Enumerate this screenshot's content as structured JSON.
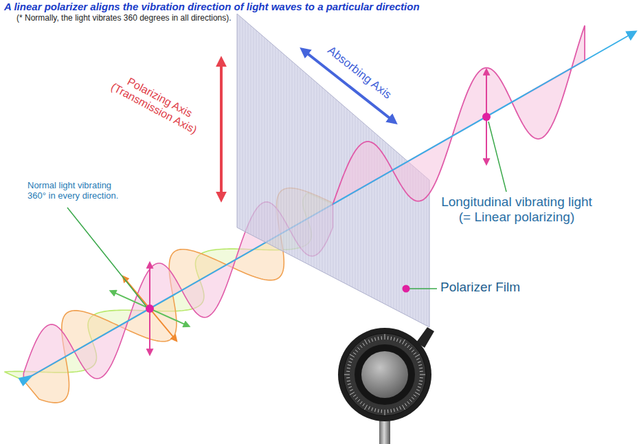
{
  "diagram": {
    "title": "A linear polarizer aligns the vibration direction of light waves to a particular direction",
    "labels": [
      "(* Normally, the light vibrates 360 degrees in all directions).",
      "Polarizing Axis (Transmission Axis)",
      "Absorbing Axis",
      "Normal light vibrating 360° in every direction.",
      "Longitudinal vibrating light (= Linear polarizing)",
      "Polarizer Film"
    ]
  }
}
